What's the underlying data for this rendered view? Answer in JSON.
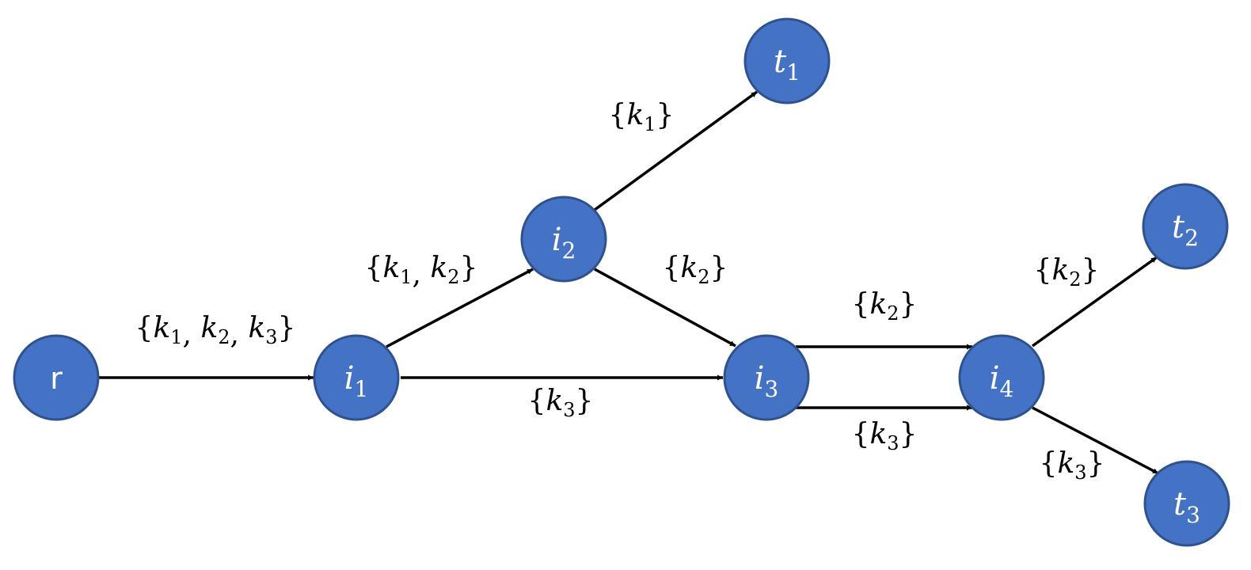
{
  "colors": {
    "node_fill": "#4472C4",
    "node_stroke": "#2F528F",
    "edge": "#000000",
    "label_text": "#000000",
    "node_text": "#ffffff"
  },
  "nodes": [
    {
      "id": "r",
      "base": "r",
      "sub": ""
    },
    {
      "id": "i1",
      "base": "i",
      "sub": "1"
    },
    {
      "id": "i2",
      "base": "i",
      "sub": "2"
    },
    {
      "id": "i3",
      "base": "i",
      "sub": "3"
    },
    {
      "id": "i4",
      "base": "i",
      "sub": "4"
    },
    {
      "id": "t1",
      "base": "t",
      "sub": "1"
    },
    {
      "id": "t2",
      "base": "t",
      "sub": "2"
    },
    {
      "id": "t3",
      "base": "t",
      "sub": "3"
    }
  ],
  "edges": [
    {
      "id": "r-i1",
      "from": "r",
      "to": "i1",
      "keys": [
        "1",
        "2",
        "3"
      ]
    },
    {
      "id": "i1-i2",
      "from": "i1",
      "to": "i2",
      "keys": [
        "1",
        "2"
      ]
    },
    {
      "id": "i1-i3",
      "from": "i1",
      "to": "i3",
      "keys": [
        "3"
      ]
    },
    {
      "id": "i2-t1",
      "from": "i2",
      "to": "t1",
      "keys": [
        "1"
      ]
    },
    {
      "id": "i2-i3",
      "from": "i2",
      "to": "i3",
      "keys": [
        "2"
      ]
    },
    {
      "id": "i3-i4-a",
      "from": "i3",
      "to": "i4",
      "keys": [
        "2"
      ]
    },
    {
      "id": "i3-i4-b",
      "from": "i3",
      "to": "i4",
      "keys": [
        "3"
      ]
    },
    {
      "id": "i4-t2",
      "from": "i4",
      "to": "t2",
      "keys": [
        "2"
      ]
    },
    {
      "id": "i4-t3",
      "from": "i4",
      "to": "t3",
      "keys": [
        "3"
      ]
    }
  ],
  "key_symbol": "k"
}
